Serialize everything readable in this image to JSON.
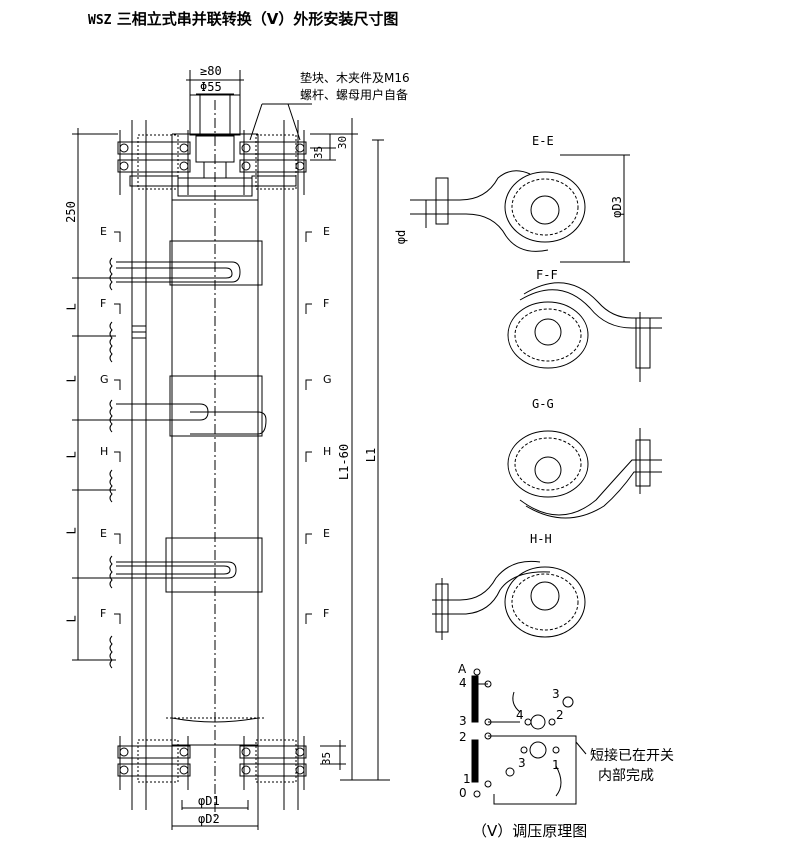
{
  "title": {
    "code": "WSZ",
    "text": "三相立式串并联转换（V）外形安装尺寸图"
  },
  "note": {
    "line1": "垫块、木夹件及M16",
    "line2": "螺杆、螺母用户自备"
  },
  "dims": {
    "ge80": "≥80",
    "phi55": "Φ55",
    "d30": "30",
    "d35": "35",
    "d250": "250",
    "L": "L",
    "L1_60": "L1-60",
    "L1": "L1",
    "d35b": "35",
    "phiD1": "φD1",
    "phiD2": "φD2",
    "phiD3": "φD3",
    "phid": "φd"
  },
  "sections": {
    "E": "E",
    "F": "F",
    "G": "G",
    "H": "H",
    "EE": "E-E",
    "FF": "F-F",
    "GG": "G-G",
    "HH": "H-H"
  },
  "schematic": {
    "A": "A",
    "t4": "4",
    "t3": "3",
    "t2": "2",
    "t1": "1",
    "t0": "0",
    "c3": "3",
    "c4": "4",
    "c2": "2",
    "c3b": "3",
    "c1": "1",
    "note1": "短接已在开关",
    "note2": "内部完成",
    "caption": "（V）调压原理图"
  }
}
